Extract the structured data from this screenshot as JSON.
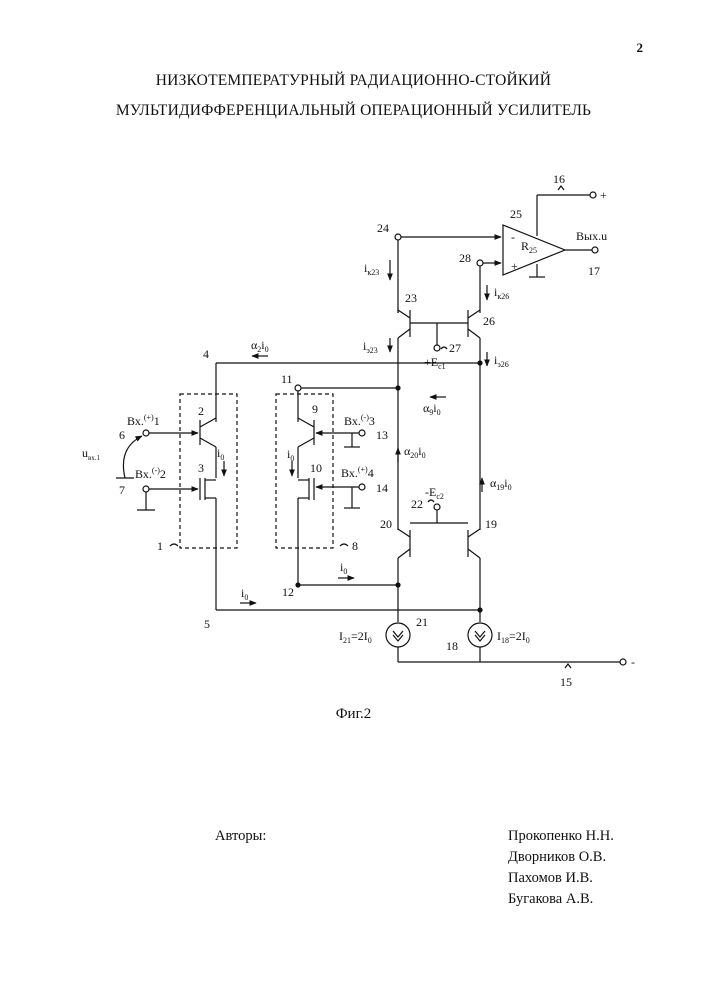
{
  "page_number": "2",
  "title_line1": "НИЗКОТЕМПЕРАТУРНЫЙ РАДИАЦИОННО-СТОЙКИЙ",
  "title_line2": "МУЛЬТИДИФФЕРЕНЦИАЛЬНЫЙ ОПЕРАЦИОННЫЙ УСИЛИТЕЛЬ",
  "figure_caption": "Фиг.2",
  "authors_label": "Авторы:",
  "authors": [
    "Прокопенко Н.Н.",
    "Дворников О.В.",
    "Пахомов И.В.",
    "Бугакова А.В."
  ],
  "schematic": {
    "nodes": [
      "1",
      "2",
      "3",
      "4",
      "5",
      "6",
      "7",
      "8",
      "9",
      "10",
      "11",
      "12",
      "13",
      "14",
      "15",
      "16",
      "17",
      "18",
      "19",
      "20",
      "21",
      "22",
      "23",
      "24",
      "25",
      "26",
      "27",
      "28"
    ],
    "inputs": {
      "in1": "Вх.",
      "in1_sup": "(+)",
      "in1_num": "1",
      "in2": "Вх.",
      "in2_sup": "(-)",
      "in2_num": "2",
      "in3": "Вх.",
      "in3_sup": "(-)",
      "in3_num": "3",
      "in4": "Вх.",
      "in4_sup": "(+)",
      "in4_num": "4"
    },
    "output_label": "Вых.u",
    "plus_sign": "+",
    "minus_sign": "-",
    "opamp_minus": "-",
    "opamp_plus": "+",
    "r25_main": "R",
    "r25_sub": "25",
    "uin_main": "u",
    "uin_sub": "вх.1",
    "supply1_main": "+E",
    "supply1_sub": "c1",
    "supply2_main": "-E",
    "supply2_sub": "c2",
    "ik23_main": "i",
    "ik23_sub": "к23",
    "ik26_main": "i",
    "ik26_sub": "к26",
    "ie23_main": "i",
    "ie23_sub": "э23",
    "ie26_main": "i",
    "ie26_sub": "э26",
    "a2i0": {
      "a": "α",
      "s1": "2",
      "b": "i",
      "s2": "0"
    },
    "a9i0": {
      "a": "α",
      "s1": "9",
      "b": "i",
      "s2": "0"
    },
    "a20i0": {
      "a": "α",
      "s1": "20",
      "b": "i",
      "s2": "0"
    },
    "a19i0": {
      "a": "α",
      "s1": "19",
      "b": "i",
      "s2": "0"
    },
    "i0": {
      "main": "i",
      "sub": "0"
    },
    "cs21": {
      "p1": "I",
      "s1": "21",
      "p2": "=2I",
      "s2": "0"
    },
    "cs18": {
      "p1": "I",
      "s1": "18",
      "p2": "=2I",
      "s2": "0"
    }
  }
}
